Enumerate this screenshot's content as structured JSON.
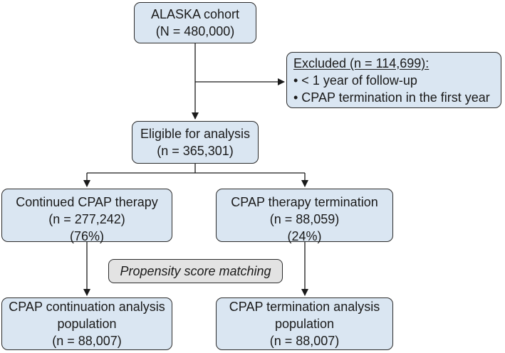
{
  "cohort": {
    "title": "ALASKA cohort",
    "count": "(N = 480,000)"
  },
  "excluded": {
    "heading": "Excluded (n = 114,699):",
    "reasons": [
      "• < 1 year of follow-up",
      "• CPAP termination in the first year"
    ]
  },
  "eligible": {
    "title": "Eligible for analysis",
    "count": "(n = 365,301)"
  },
  "continued": {
    "title": "Continued CPAP therapy",
    "count": "(n = 277,242)",
    "percent": "(76%)"
  },
  "terminated": {
    "title": "CPAP therapy termination",
    "count": "(n = 88,059)",
    "percent": "(24%)"
  },
  "matching": {
    "label": "Propensity score matching"
  },
  "continuation_population": {
    "line1": "CPAP continuation analysis",
    "line2": "population",
    "count": "(n = 88,007)"
  },
  "termination_population": {
    "line1": "CPAP termination analysis",
    "line2": "population",
    "count": "(n = 88,007)"
  }
}
